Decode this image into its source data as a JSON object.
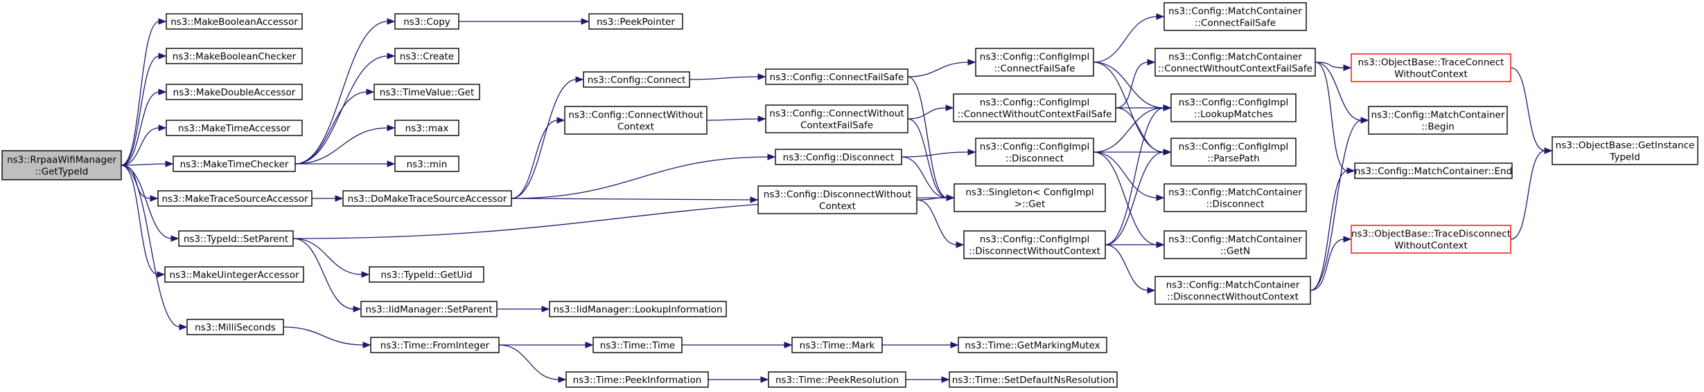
{
  "nodes": {
    "root": [
      "ns3::RrpaaWifiManager",
      "::GetTypeId"
    ],
    "makeBooleanAccessor": [
      "ns3::MakeBooleanAccessor"
    ],
    "makeBooleanChecker": [
      "ns3::MakeBooleanChecker"
    ],
    "makeDoubleAccessor": [
      "ns3::MakeDoubleAccessor"
    ],
    "makeTimeAccessor": [
      "ns3::MakeTimeAccessor"
    ],
    "makeTimeChecker": [
      "ns3::MakeTimeChecker"
    ],
    "makeTraceSourceAccessor": [
      "ns3::MakeTraceSourceAccessor"
    ],
    "typeIdSetParent": [
      "ns3::TypeId::SetParent"
    ],
    "makeUintegerAccessor": [
      "ns3::MakeUintegerAccessor"
    ],
    "milliSeconds": [
      "ns3::MilliSeconds"
    ],
    "copy": [
      "ns3::Copy"
    ],
    "create": [
      "ns3::Create"
    ],
    "timeValueGet": [
      "ns3::TimeValue::Get"
    ],
    "max": [
      "ns3::max"
    ],
    "min": [
      "ns3::min"
    ],
    "doMakeTraceSourceAccessor": [
      "ns3::DoMakeTraceSourceAccessor"
    ],
    "typeIdGetUid": [
      "ns3::TypeId::GetUid"
    ],
    "iidSetParent": [
      "ns3::IidManager::SetParent"
    ],
    "iidLookupInformation": [
      "ns3::IidManager::LookupInformation"
    ],
    "timeFromInteger": [
      "ns3::Time::FromInteger"
    ],
    "peekPointer": [
      "ns3::PeekPointer"
    ],
    "configConnect": [
      "ns3::Config::Connect"
    ],
    "configConnectWithoutContext": [
      "ns3::Config::ConnectWithout",
      "Context"
    ],
    "configDisconnect": [
      "ns3::Config::Disconnect"
    ],
    "configDisconnectWithoutContext": [
      "ns3::Config::DisconnectWithout",
      "Context"
    ],
    "timeTime": [
      "ns3::Time::Time"
    ],
    "timePeekInformation": [
      "ns3::Time::PeekInformation"
    ],
    "configConnectFailSafe": [
      "ns3::Config::ConnectFailSafe"
    ],
    "configConnectWithoutContextFailSafe": [
      "ns3::Config::ConnectWithout",
      "ContextFailSafe"
    ],
    "singletonGet": [
      "ns3::Singleton< ConfigImpl",
      " >::Get"
    ],
    "timeMark": [
      "ns3::Time::Mark"
    ],
    "timePeekResolution": [
      "ns3::Time::PeekResolution"
    ],
    "implConnectFailSafe": [
      "ns3::Config::ConfigImpl",
      "::ConnectFailSafe"
    ],
    "implConnectWithoutContextFailSafe": [
      "ns3::Config::ConfigImpl",
      "::ConnectWithoutContextFailSafe"
    ],
    "implDisconnect": [
      "ns3::Config::ConfigImpl",
      "::Disconnect"
    ],
    "implDisconnectWithoutContext": [
      "ns3::Config::ConfigImpl",
      "::DisconnectWithoutContext"
    ],
    "timeGetMarkingMutex": [
      "ns3::Time::GetMarkingMutex"
    ],
    "timeSetDefaultNsResolution": [
      "ns3::Time::SetDefaultNsResolution"
    ],
    "mcConnectFailSafe": [
      "ns3::Config::MatchContainer",
      "::ConnectFailSafe"
    ],
    "mcConnectWithoutContextFailSafe": [
      "ns3::Config::MatchContainer",
      "::ConnectWithoutContextFailSafe"
    ],
    "implLookupMatches": [
      "ns3::Config::ConfigImpl",
      "::LookupMatches"
    ],
    "implParsePath": [
      "ns3::Config::ConfigImpl",
      "::ParsePath"
    ],
    "mcDisconnect": [
      "ns3::Config::MatchContainer",
      "::Disconnect"
    ],
    "mcGetN": [
      "ns3::Config::MatchContainer",
      "::GetN"
    ],
    "mcDisconnectWithoutContext": [
      "ns3::Config::MatchContainer",
      "::DisconnectWithoutContext"
    ],
    "obTraceConnectWithoutContext": [
      "ns3::ObjectBase::TraceConnect",
      "WithoutContext"
    ],
    "mcBegin": [
      "ns3::Config::MatchContainer",
      "::Begin"
    ],
    "mcEnd": [
      "ns3::Config::MatchContainer::End"
    ],
    "obTraceDisconnectWithoutContext": [
      "ns3::ObjectBase::TraceDisconnect",
      "WithoutContext"
    ],
    "obGetInstanceTypeId": [
      "ns3::ObjectBase::GetInstance",
      "TypeId"
    ]
  },
  "colors": {
    "edge": "#191970",
    "root_fill": "#bfbfbf",
    "node_border": "#000000",
    "truncated_border": "#ff0000"
  }
}
